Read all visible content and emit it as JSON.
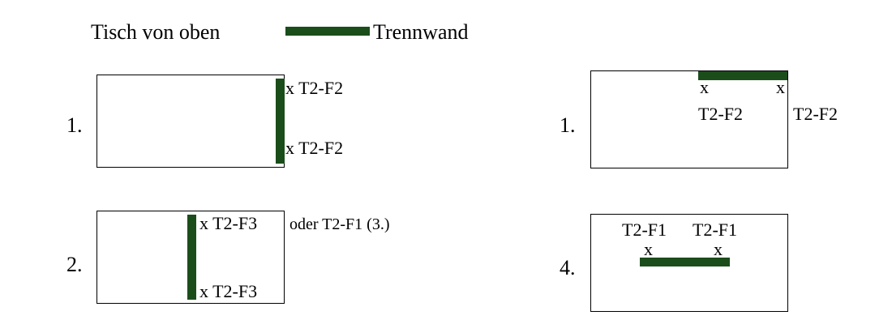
{
  "legend": {
    "table_label": "Tisch von oben",
    "wall_label": "Trennwand",
    "wall_color": "#1b4d1b"
  },
  "panels": [
    {
      "number": "1.",
      "labels": [
        "x T2-F2",
        "x T2-F2"
      ]
    },
    {
      "number": "2.",
      "labels": [
        "x T2-F3",
        "x T2-F3"
      ],
      "note": "oder T2-F1 (3.)"
    },
    {
      "number": "1.",
      "markers": [
        "x",
        "x"
      ],
      "labels": [
        "T2-F2",
        "T2-F2"
      ]
    },
    {
      "number": "4.",
      "markers": [
        "x",
        "x"
      ],
      "labels": [
        "T2-F1",
        "T2-F1"
      ]
    }
  ]
}
